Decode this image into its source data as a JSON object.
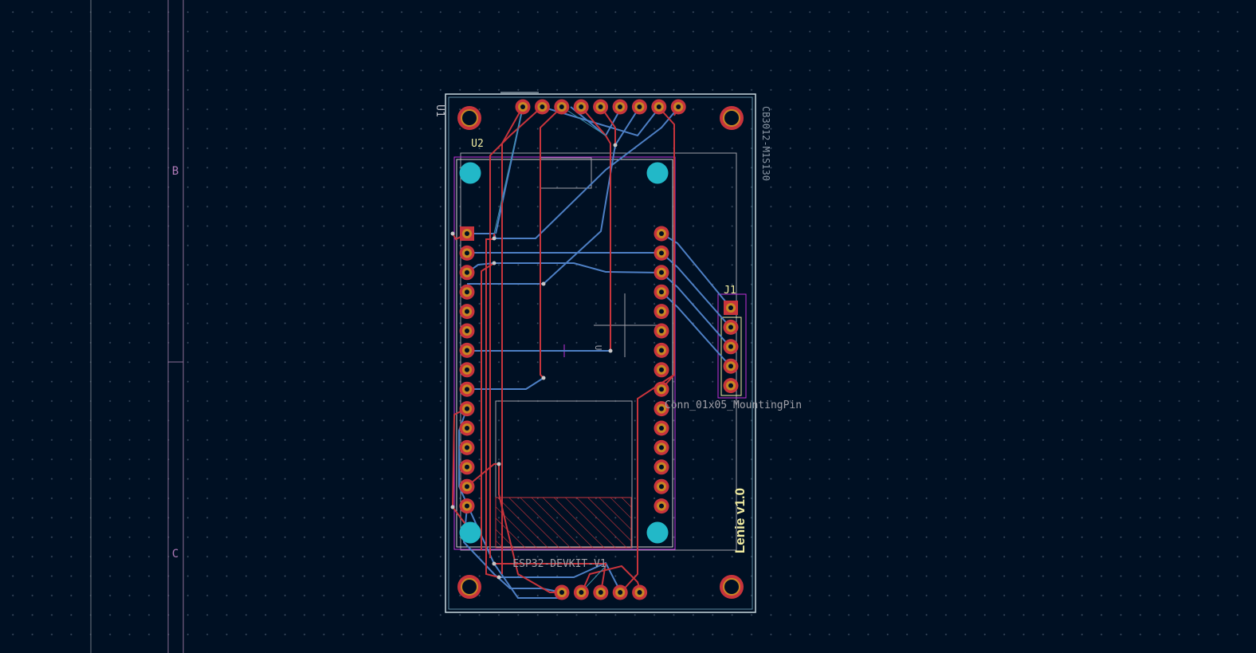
{
  "sheet": {
    "zone_b": "B",
    "zone_c": "C"
  },
  "board": {
    "ref_u1": "U1",
    "ref_u2": "U2",
    "ref_j1": "J1",
    "value_u2": "ESP32-DEVKIT-V1",
    "value_j1": "Conn_01x05_MountingPin",
    "value_u1": "CB3012-M1S130",
    "fab_u1": "U",
    "title": "Lenie v1.0"
  },
  "colors": {
    "background": "#001023",
    "edge_cuts": "#c8d8e0",
    "front_copper": "#c8343c",
    "back_copper": "#4d7fc4",
    "pad_copper": "#c88624",
    "silkscreen": "#f2eda1",
    "courtyard": "#c22fd9",
    "mounting_hole": "#22b8c8",
    "fab_layer": "#a0a0a8"
  }
}
